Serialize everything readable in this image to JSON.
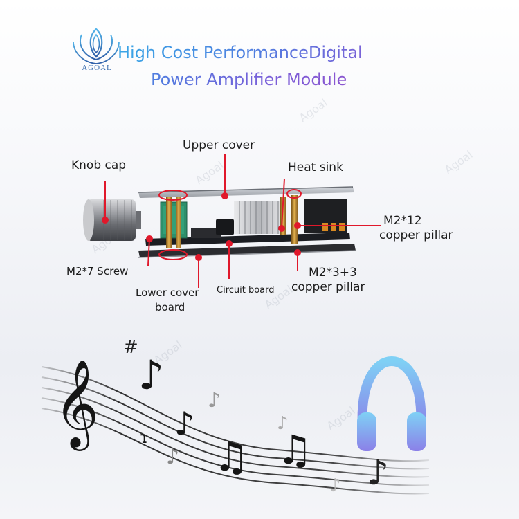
{
  "brand": {
    "logo_name": "AGOAL",
    "watermark": "Agoal"
  },
  "title": {
    "line1": "High Cost PerformanceDigital",
    "line2": "Power Amplifier Module"
  },
  "diagram_labels": {
    "upper_cover": "Upper cover",
    "knob_cap": "Knob cap",
    "heat_sink": "Heat sink",
    "m2_12_line1": "M2*12",
    "m2_12_line2": "copper pillar",
    "m2_7_screw": "M2*7 Screw",
    "lower_cover_line1": "Lower cover",
    "lower_cover_line2": "board",
    "circuit_board": "Circuit board",
    "m2_3_line1": "M2*3+3",
    "m2_3_line2": "copper pillar"
  },
  "colors": {
    "title_start": "#3aa6e6",
    "title_end": "#7a63d8",
    "callout_line": "#e0182b",
    "headphones_top": "#7fd0f5",
    "headphones_bottom": "#8b80e8"
  },
  "icons": [
    "agoal-logo-icon",
    "sharp-icon",
    "treble-clef-icon",
    "music-note-icon",
    "headphones-icon"
  ]
}
